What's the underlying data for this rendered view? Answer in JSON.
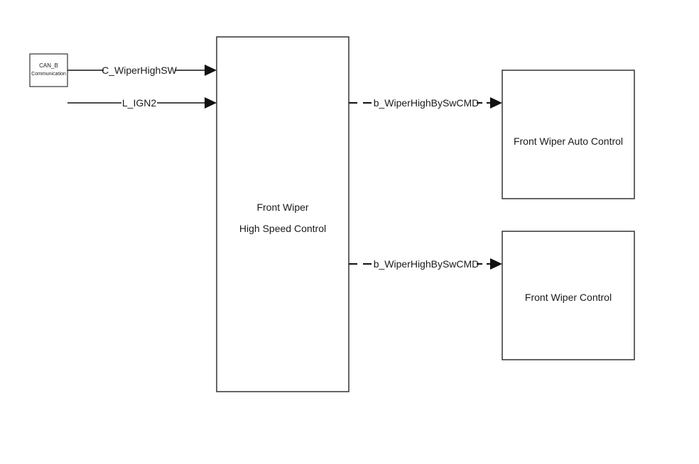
{
  "blocks": {
    "can": {
      "line1": "CAN_B",
      "line2": "Communication"
    },
    "high_speed": {
      "line1": "Front Wiper",
      "line2": "High Speed Control"
    },
    "auto": {
      "label": "Front Wiper Auto Control"
    },
    "wiper": {
      "label": "Front Wiper Control"
    }
  },
  "signals": {
    "wiper_high_sw": "C_WiperHighSW",
    "ign2": "L_IGN2",
    "cmd_to_auto": "b_WiperHighBySwCMD",
    "cmd_to_wiper": "b_WiperHighBySwCMD"
  }
}
